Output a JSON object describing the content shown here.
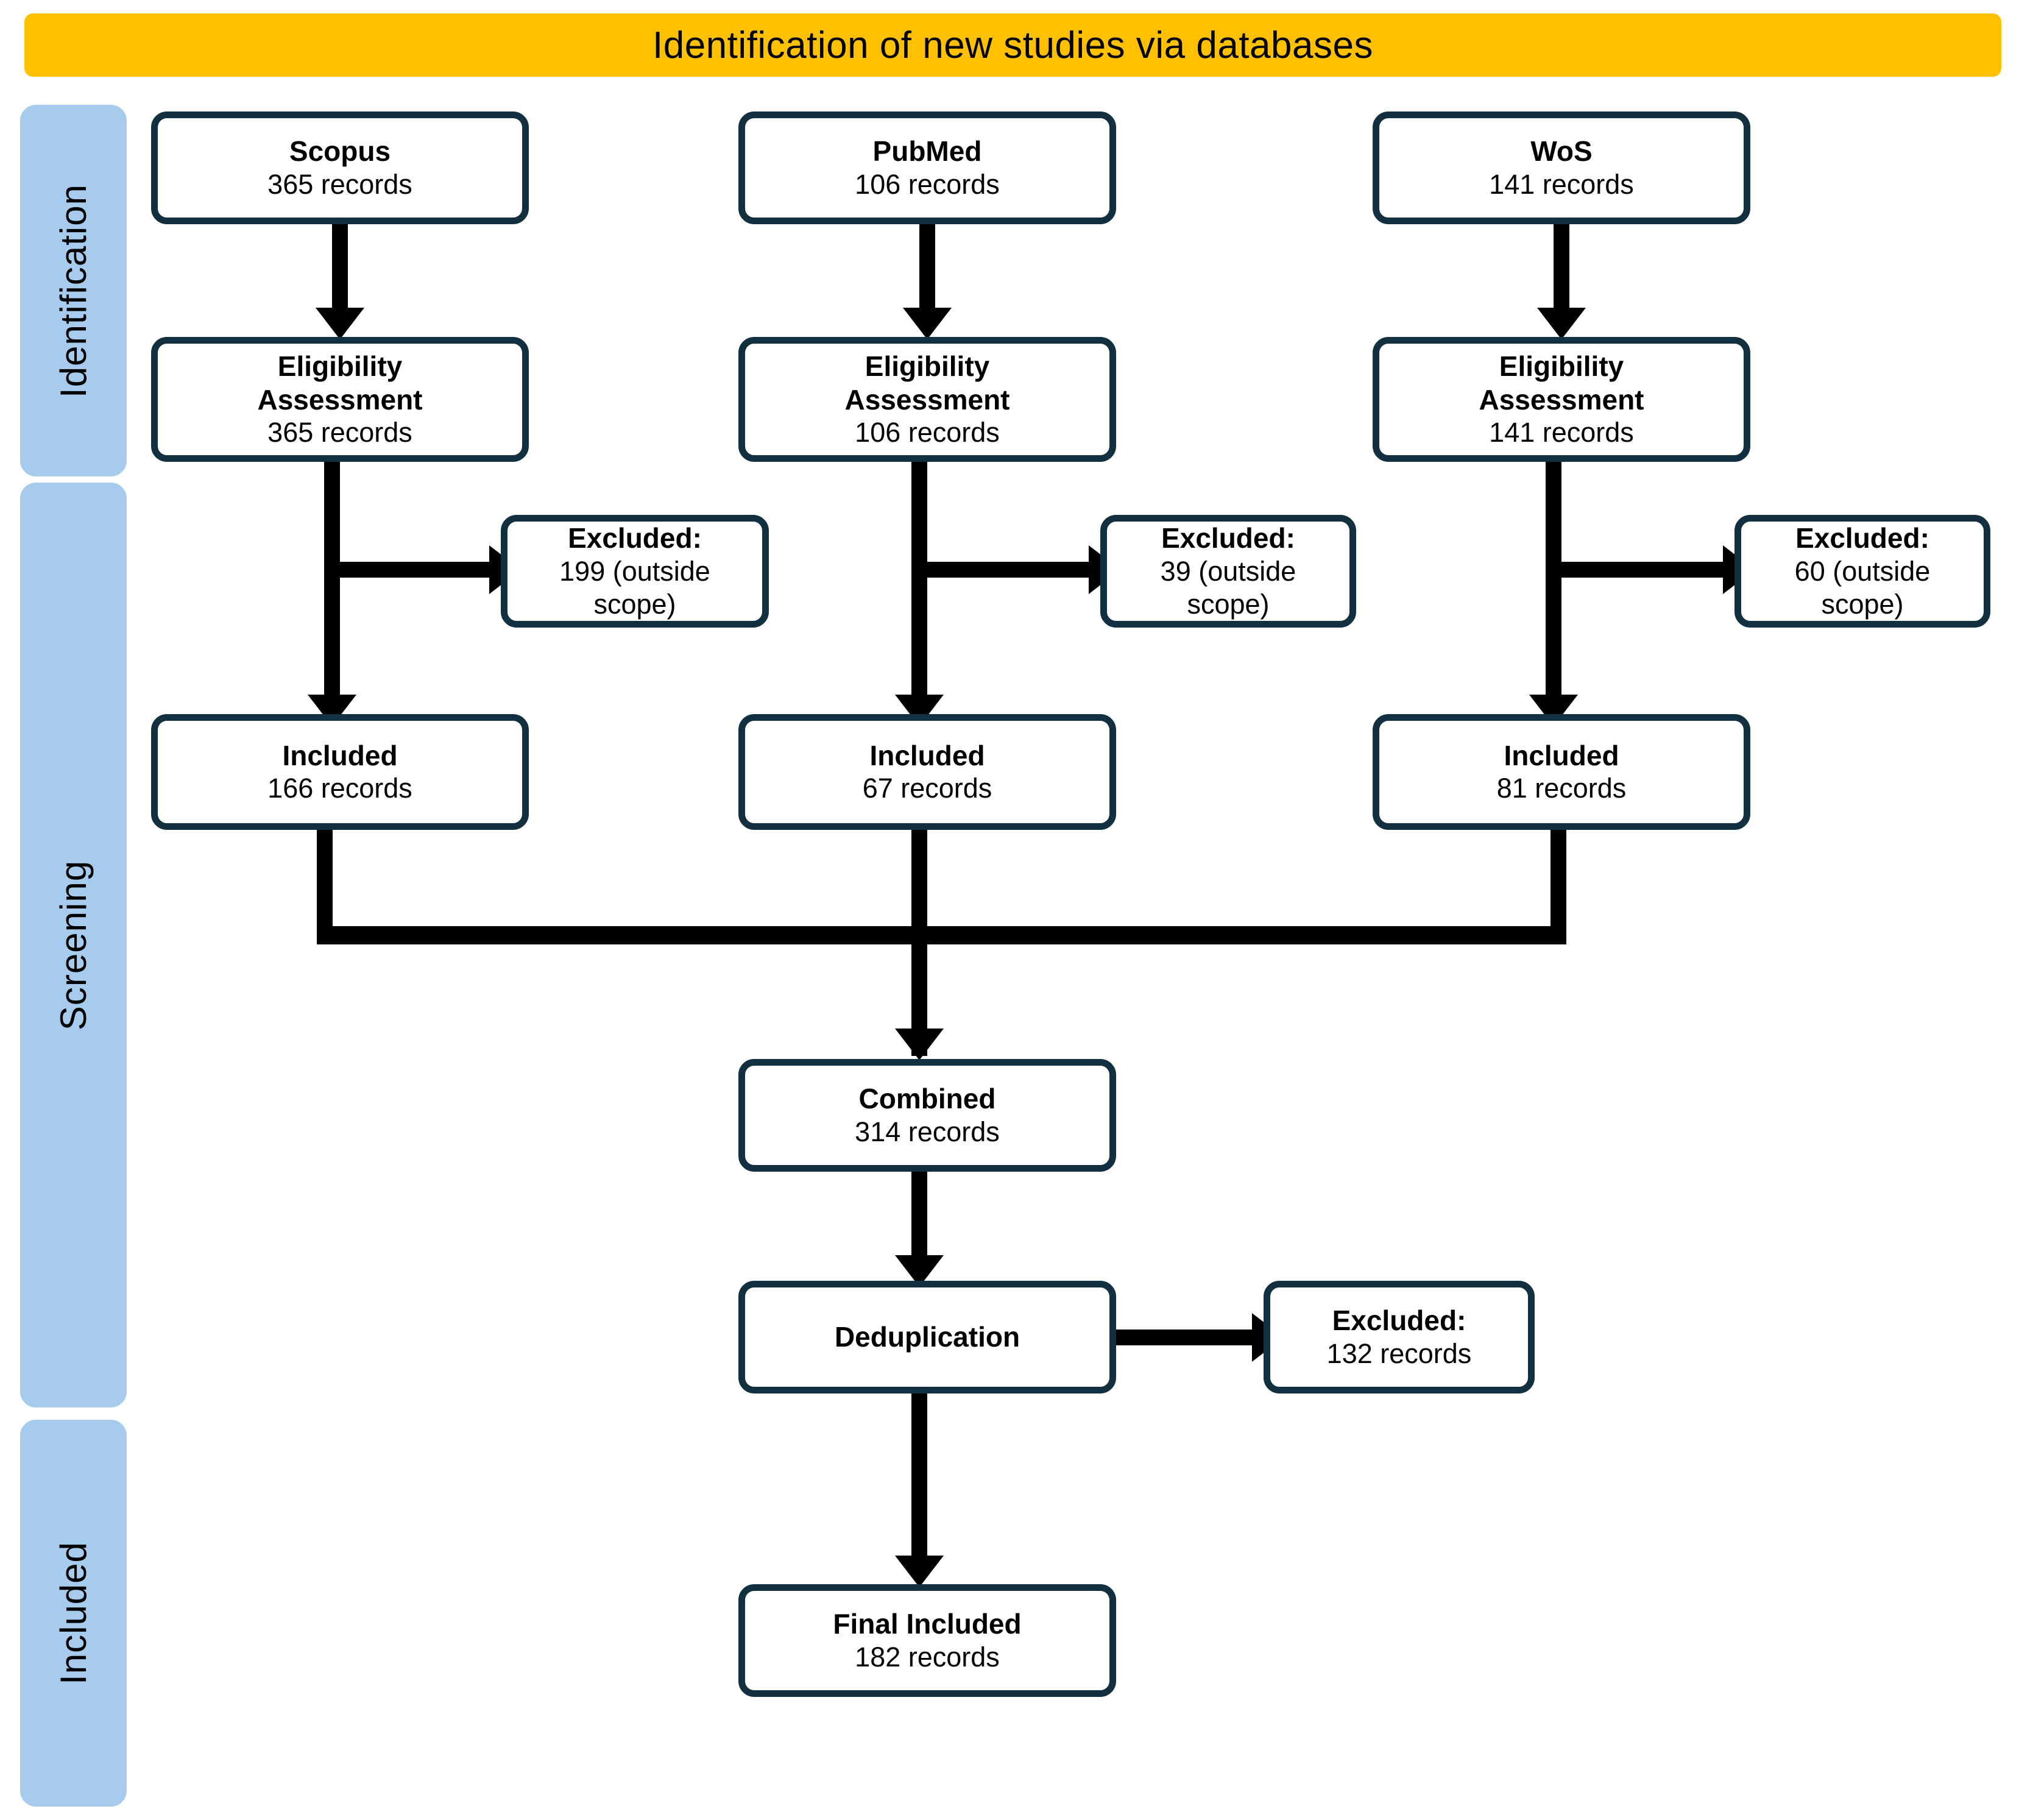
{
  "header": {
    "title": "Identification of new studies via databases",
    "background_color": "#FFC000"
  },
  "rails": {
    "background_color": "#A6CBEC",
    "items": [
      {
        "key": "identification",
        "label": "Identification"
      },
      {
        "key": "screening",
        "label": "Screening"
      },
      {
        "key": "included",
        "label": "Included"
      }
    ]
  },
  "style": {
    "box_border_color": "#12303F",
    "connector_color": "#000000",
    "box_fill_color": "#FFFFFF"
  },
  "columns": [
    {
      "key": "scopus",
      "source": {
        "title": "Scopus",
        "detail": "365 records"
      },
      "eligibility": {
        "title_line1": "Eligibility",
        "title_line2": "Assessment",
        "detail": "365 records"
      },
      "excluded": {
        "title": "Excluded:",
        "detail": "199 (outside scope)"
      },
      "included": {
        "title": "Included",
        "detail": "166 records"
      }
    },
    {
      "key": "pubmed",
      "source": {
        "title": "PubMed",
        "detail": "106 records"
      },
      "eligibility": {
        "title_line1": "Eligibility",
        "title_line2": "Assessment",
        "detail": "106 records"
      },
      "excluded": {
        "title": "Excluded:",
        "detail": "39 (outside scope)"
      },
      "included": {
        "title": "Included",
        "detail": "67 records"
      }
    },
    {
      "key": "wos",
      "source": {
        "title": "WoS",
        "detail": "141 records"
      },
      "eligibility": {
        "title_line1": "Eligibility",
        "title_line2": "Assessment",
        "detail": "141 records"
      },
      "excluded": {
        "title": "Excluded:",
        "detail": "60 (outside scope)"
      },
      "included": {
        "title": "Included",
        "detail": "81 records"
      }
    }
  ],
  "combined": {
    "title": "Combined",
    "detail": "314 records"
  },
  "deduplication": {
    "title": "Deduplication"
  },
  "dedup_excluded": {
    "title": "Excluded:",
    "detail": "132 records"
  },
  "final": {
    "title": "Final Included",
    "detail": "182 records"
  }
}
